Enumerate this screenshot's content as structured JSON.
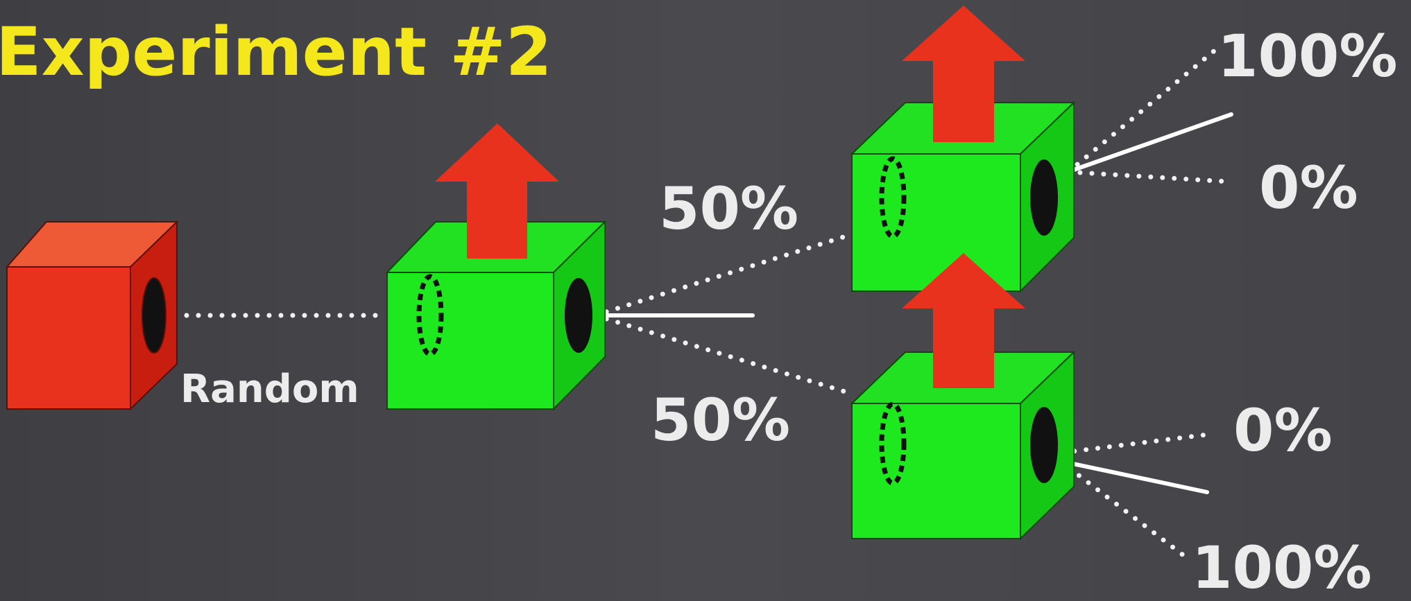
{
  "title": "Experiment #2",
  "labels": {
    "random": "Random",
    "split_upper": "50%",
    "split_lower": "50%",
    "upper_out_top": "100%",
    "upper_out_bottom": "0%",
    "lower_out_top": "0%",
    "lower_out_bottom": "100%"
  },
  "colors": {
    "background": "#46464a",
    "title": "#f4e81c",
    "text": "#ececec",
    "source_box": "#e8321e",
    "analyzer_box": "#1ee81e",
    "arrow": "#e8321e",
    "beam": "#ffffff"
  }
}
